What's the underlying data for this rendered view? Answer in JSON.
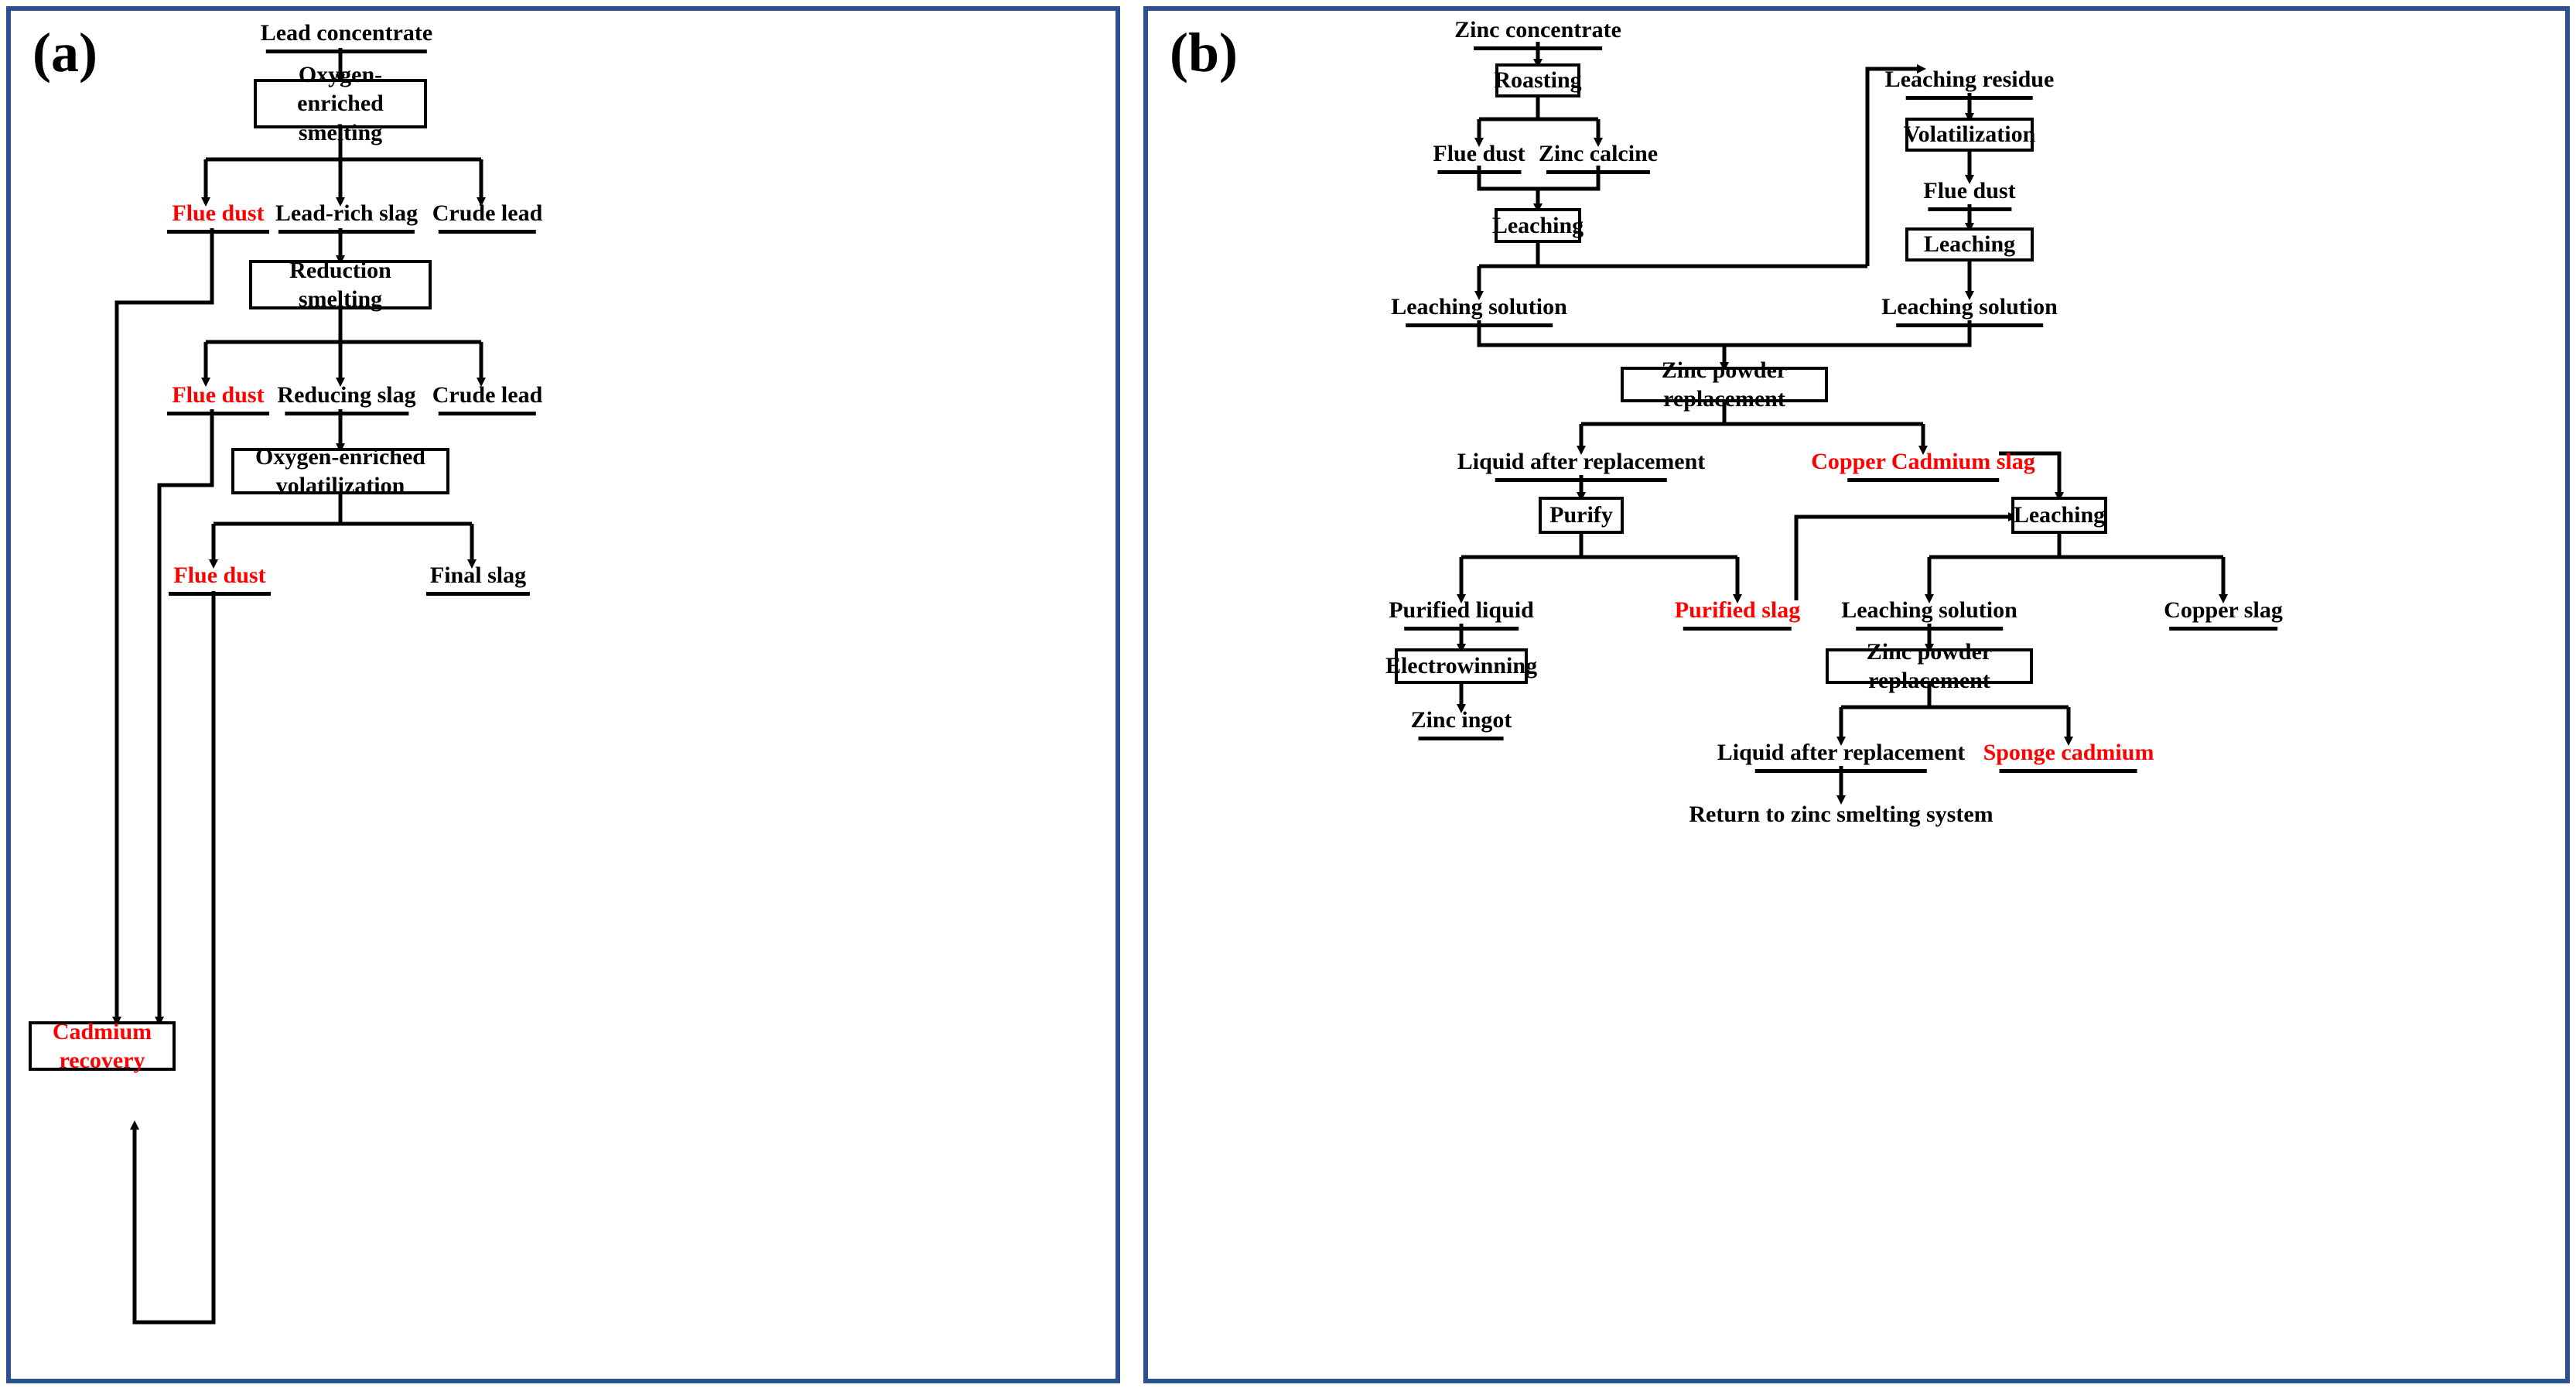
{
  "figure": {
    "panels": [
      {
        "key": "a",
        "label": "(a)",
        "title_note": "Lead smelting flowsheet"
      },
      {
        "key": "b",
        "label": "(b)",
        "title_note": "Zinc smelting flowsheet"
      }
    ]
  },
  "colors": {
    "panel_border": "#2c5190",
    "highlight_text": "#ff0000",
    "normal_text": "#000000",
    "line": "#000000"
  },
  "panel_a": {
    "label": "(a)",
    "nodes": {
      "lead_concentrate": "Lead concentrate",
      "oxygen_enriched_smelting": "Oxygen-enriched smelting",
      "flue_dust_1": "Flue dust",
      "lead_rich_slag": "Lead-rich slag",
      "crude_lead_1": "Crude lead",
      "reduction_smelting": "Reduction smelting",
      "flue_dust_2": "Flue dust",
      "reducing_slag": "Reducing slag",
      "crude_lead_2": "Crude lead",
      "oxygen_enriched_volatilization": "Oxygen-enriched volatilization",
      "cadmium_recovery": "Cadmium recovery",
      "flue_dust_3": "Flue dust",
      "final_slag": "Final slag"
    },
    "box_lines": {
      "oxygen_enriched_smelting": [
        "Oxygen-enriched",
        "smelting"
      ],
      "reduction_smelting": [
        "Reduction smelting"
      ],
      "oxygen_enriched_volatilization": [
        "Oxygen-enriched volatilization"
      ],
      "cadmium_recovery": [
        "Cadmium recovery"
      ]
    }
  },
  "panel_b": {
    "label": "(b)",
    "nodes": {
      "zinc_concentrate": "Zinc concentrate",
      "roasting": "Roasting",
      "flue_dust_1": "Flue dust",
      "zinc_calcine": "Zinc calcine",
      "leaching_1": "Leaching",
      "leaching_solution_1": "Leaching solution",
      "leaching_residue": "Leaching residue",
      "volatilization": "Volatilization",
      "flue_dust_2": "Flue dust",
      "leaching_2": "Leaching",
      "leaching_solution_2": "Leaching solution",
      "zinc_powder_replacement_1": "Zinc powder replacement",
      "liquid_after_replacement_1": "Liquid after replacement",
      "copper_cadmium_slag": "Copper Cadmium slag",
      "purify": "Purify",
      "leaching_3": "Leaching",
      "purified_liquid": "Purified liquid",
      "purified_slag": "Purified slag",
      "leaching_solution_3": "Leaching solution",
      "copper_slag": "Copper slag",
      "electrowinning": "Electrowinning",
      "zinc_powder_replacement_2": "Zinc powder replacement",
      "zinc_ingot": "Zinc ingot",
      "liquid_after_replacement_2": "Liquid after replacement",
      "sponge_cadmium": "Sponge cadmium",
      "return_to_zinc_smelting_system": "Return to zinc smelting system"
    }
  }
}
